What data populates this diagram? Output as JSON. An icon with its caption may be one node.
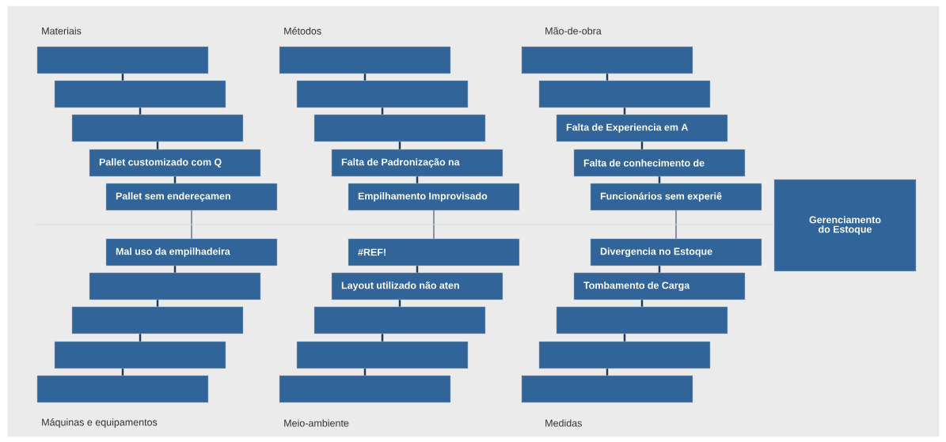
{
  "diagram": {
    "nodes": [
      {
        "text": [],
        "shape": "box"
      },
      {
        "text": [],
        "shape": "box"
      },
      {
        "text": [],
        "shape": "box"
      },
      {
        "text": [
          "Pallet customizado com Q"
        ]
      },
      {
        "text": [
          "Pallet sem endereçamen"
        ]
      },
      {
        "text": [
          "Mal uso da empilhadeira"
        ]
      },
      {
        "text": [],
        "shape": "box"
      },
      {
        "text": [],
        "shape": "box"
      },
      {
        "text": [],
        "shape": "box"
      },
      {
        "text": [],
        "shape": "box"
      },
      {
        "text": [],
        "shape": "box"
      },
      {
        "text": [],
        "shape": "box"
      },
      {
        "text": [],
        "shape": "box"
      },
      {
        "text": [
          "Falta de Padronização na"
        ]
      },
      {
        "text": [
          "Empilhamento Improvisado"
        ]
      },
      {
        "text": [
          "#REF!"
        ]
      },
      {
        "text": [
          "Layout utilizado não aten"
        ]
      },
      {
        "text": [],
        "shape": "box"
      },
      {
        "text": [],
        "shape": "box"
      },
      {
        "text": [],
        "shape": "box"
      },
      {
        "text": [],
        "shape": "box"
      },
      {
        "text": [],
        "shape": "box"
      },
      {
        "text": [
          "Falta de Experiencia em A"
        ]
      },
      {
        "text": [
          "Falta de conhecimento de"
        ]
      },
      {
        "text": [
          "Funcionários sem experiê"
        ]
      },
      {
        "text": [
          "Divergencia no Estoque"
        ]
      },
      {
        "text": [
          "Tombamento de Carga"
        ]
      },
      {
        "text": [],
        "shape": "box"
      },
      {
        "text": [],
        "shape": "box"
      },
      {
        "text": [],
        "shape": "box"
      },
      {
        "text": [
          "Gerenciamento do Estoque"
        ]
      }
    ],
    "edges": [
      {
        "from": 0,
        "to": 1,
        "arrow": "none"
      },
      {
        "from": 1,
        "to": 2,
        "arrow": "none"
      },
      {
        "from": 2,
        "to": 3,
        "arrow": "none"
      },
      {
        "from": 3,
        "to": 4,
        "arrow": "none"
      },
      {
        "from": 4,
        "to": 5,
        "arrow": "none"
      },
      {
        "from": 5,
        "to": 6,
        "arrow": "none"
      },
      {
        "from": 6,
        "to": 7,
        "arrow": "none"
      },
      {
        "from": 7,
        "to": 8,
        "arrow": "none"
      },
      {
        "from": 8,
        "to": 9,
        "arrow": "none"
      },
      {
        "from": 10,
        "to": 11,
        "arrow": "none"
      },
      {
        "from": 11,
        "to": 12,
        "arrow": "none"
      },
      {
        "from": 12,
        "to": 13,
        "arrow": "none"
      },
      {
        "from": 13,
        "to": 14,
        "arrow": "none"
      },
      {
        "from": 14,
        "to": 15,
        "arrow": "none"
      },
      {
        "from": 15,
        "to": 16,
        "arrow": "none"
      },
      {
        "from": 16,
        "to": 17,
        "arrow": "none"
      },
      {
        "from": 17,
        "to": 18,
        "arrow": "none"
      },
      {
        "from": 18,
        "to": 19,
        "arrow": "none"
      },
      {
        "from": 20,
        "to": 21,
        "arrow": "none"
      },
      {
        "from": 21,
        "to": 22,
        "arrow": "none"
      },
      {
        "from": 22,
        "to": 23,
        "arrow": "none"
      },
      {
        "from": 23,
        "to": 24,
        "arrow": "none"
      },
      {
        "from": 24,
        "to": 25,
        "arrow": "none"
      },
      {
        "from": 25,
        "to": 26,
        "arrow": "none"
      },
      {
        "from": 26,
        "to": 27,
        "arrow": "none"
      },
      {
        "from": 27,
        "to": 28,
        "arrow": "none"
      },
      {
        "from": 28,
        "to": 29,
        "arrow": "none"
      },
      {
        "from": null,
        "to": 30,
        "arrow": "none",
        "color": "#d9d9d9"
      }
    ],
    "labels": [
      "Materiais",
      "Métodos",
      "Mão-de-obra",
      "Máquinas e equipamentos",
      "Meio-ambiente",
      "Medidas"
    ]
  }
}
